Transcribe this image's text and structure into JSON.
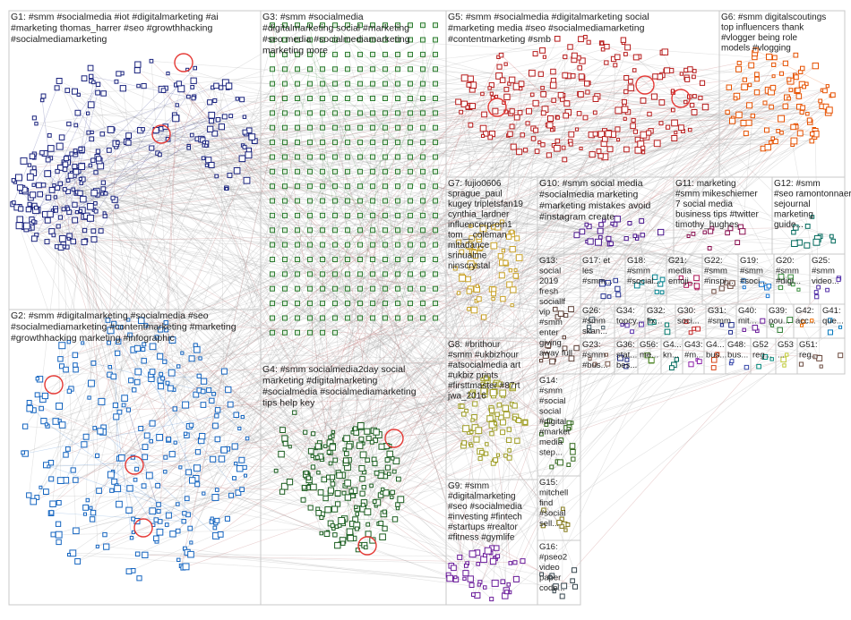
{
  "groups": [
    {
      "id": "G1",
      "lines": [
        "G1: #smm #socialmedia #iot #digitalmarketing #ai",
        "#marketing thomas_harrer #seo #growthhacking",
        "#socialmediamarketing"
      ],
      "color": "#1a237e"
    },
    {
      "id": "G2",
      "lines": [
        "G2: #smm #digitalmarketing #socialmedia #seo",
        "#socialmediamarketing #contentmarketing #marketing",
        "#growthhacking marketing #infographic"
      ],
      "color": "#1565c0"
    },
    {
      "id": "G3",
      "lines": [
        "G3: #smm #socialmedia",
        "#digitalmarketing social #marketing",
        "#seo media #socialmediamarketing",
        "marketing more"
      ],
      "color": "#2e7d32"
    },
    {
      "id": "G4",
      "lines": [
        "G4: #smm socialmedia2day social",
        "marketing #digitalmarketing",
        "#socialmedia #socialmediamarketing",
        "tips help key"
      ],
      "color": "#1b5e20"
    },
    {
      "id": "G5",
      "lines": [
        "G5: #smm #socialmedia #digitalmarketing social",
        "#marketing media #seo #socialmediamarketing",
        "#contentmarketing #smb"
      ],
      "color": "#b71c1c"
    },
    {
      "id": "G6",
      "lines": [
        "G6: #smm digitalscoutings",
        "top influencers thank",
        "#vlogger being role",
        "models #vlogging"
      ],
      "color": "#e65100"
    },
    {
      "id": "G7",
      "lines": [
        "G7: fujio0606",
        "sprague_paul",
        "kugey tripletsfan19",
        "cynthia_lardner",
        "influencerprom1",
        "tom__coleman",
        "mitadance",
        "srinualme",
        "ninscrystal"
      ],
      "color": "#c9a227"
    },
    {
      "id": "G8",
      "lines": [
        "G8: #brithour",
        "#smm #ukbizhour",
        "#atsocialmedia art",
        "#ukbiz prints",
        "#firsttmaster #87rt",
        "jwa_2016"
      ],
      "color": "#9e9d24"
    },
    {
      "id": "G9",
      "lines": [
        "G9: #smm",
        "#digitalmarketing",
        "#seo #socialmedia",
        "#investing #fintech",
        "#startups #realtor",
        "#fitness #gymlife"
      ],
      "color": "#6a1b9a"
    },
    {
      "id": "G10",
      "lines": [
        "G10: #smm social media",
        "#socialmedia marketing",
        "#marketing mistakes avoid",
        "#instagram create"
      ],
      "color": "#4a148c"
    },
    {
      "id": "G11",
      "lines": [
        "G11: marketing",
        "#smm mikeschiemer",
        "7 social media",
        "business tips #twitter",
        "timothy_hughes"
      ],
      "color": "#880e4f"
    },
    {
      "id": "G12",
      "lines": [
        "G12: #smm",
        "#seo ramontonnaer",
        "sejournal",
        "marketing",
        "guide..."
      ],
      "color": "#00695c"
    },
    {
      "id": "G13",
      "lines": [
        "G13:",
        "social",
        "2019",
        "fresh",
        "sociallf",
        "vip",
        "#smm",
        "enter",
        "giving",
        "away full"
      ],
      "color": "#5d4037"
    },
    {
      "id": "G14",
      "lines": [
        "G14:",
        "#smm",
        "#social",
        "social",
        "#digital",
        "#market",
        "media",
        "step..."
      ],
      "color": "#33691e"
    },
    {
      "id": "G15",
      "lines": [
        "G15:",
        "mitchell",
        "find",
        "#social",
        "sell..."
      ],
      "color": "#827717"
    },
    {
      "id": "G16",
      "lines": [
        "G16:",
        "#pseo2",
        "video",
        "paper",
        "code..."
      ],
      "color": "#37474f"
    },
    {
      "id": "G17",
      "lines": [
        "G17: et",
        "les",
        "#smm..."
      ],
      "color": "#283593"
    },
    {
      "id": "G18",
      "lines": [
        "G18:",
        "#smm",
        "#social..."
      ],
      "color": "#00838f"
    },
    {
      "id": "G21",
      "lines": [
        "G21:",
        "media",
        "emoji..."
      ],
      "color": "#ad1457"
    },
    {
      "id": "G22",
      "lines": [
        "G22:",
        "#smm",
        "#inspi..."
      ],
      "color": "#6d4c41"
    },
    {
      "id": "G19",
      "lines": [
        "G19:",
        "#smm",
        "#soci..."
      ],
      "color": "#1976d2"
    },
    {
      "id": "G20",
      "lines": [
        "G20:",
        "#smm",
        "#digi..."
      ],
      "color": "#388e3c"
    },
    {
      "id": "G25",
      "lines": [
        "G25:",
        "#smm",
        "video..."
      ],
      "color": "#512da8"
    },
    {
      "id": "G26",
      "lines": [
        "G26:",
        "#smm",
        "skan..."
      ],
      "color": "#455a64"
    },
    {
      "id": "G34",
      "lines": [
        "G34:",
        "topcy..."
      ],
      "color": "#5e35b1"
    },
    {
      "id": "G32",
      "lines": [
        "G32:",
        "fix..."
      ],
      "color": "#00796b"
    },
    {
      "id": "G30",
      "lines": [
        "G30:",
        "soci..."
      ],
      "color": "#c62828"
    },
    {
      "id": "G31",
      "lines": [
        "G31:",
        "#smm"
      ],
      "color": "#283593"
    },
    {
      "id": "G40",
      "lines": [
        "G40:",
        "mit..."
      ],
      "color": "#6a1b9a"
    },
    {
      "id": "G39",
      "lines": [
        "G39:",
        "pou..."
      ],
      "color": "#2e7d32"
    },
    {
      "id": "G42",
      "lines": [
        "G42:",
        "acc..."
      ],
      "color": "#ef6c00"
    },
    {
      "id": "G41",
      "lines": [
        "G41:",
        "que..."
      ],
      "color": "#0277bd"
    },
    {
      "id": "G23",
      "lines": [
        "G23:",
        "#smm",
        "#bus..."
      ],
      "color": "#795548"
    },
    {
      "id": "G36",
      "lines": [
        "G36:",
        "stat...",
        "bes..."
      ],
      "color": "#1a237e"
    },
    {
      "id": "G56",
      "lines": [
        "G56:",
        "me..."
      ],
      "color": "#558b2f"
    },
    {
      "id": "G4b",
      "lines": [
        "G4...",
        "kn..."
      ],
      "color": "#00695c"
    },
    {
      "id": "G43",
      "lines": [
        "G43:",
        "#m..."
      ],
      "color": "#8e24aa"
    },
    {
      "id": "G4c",
      "lines": [
        "G4...",
        "bus..."
      ],
      "color": "#d84315"
    },
    {
      "id": "G48",
      "lines": [
        "G48:",
        "bus..."
      ],
      "color": "#3949ab"
    },
    {
      "id": "G52",
      "lines": [
        "G52",
        "reg..."
      ],
      "color": "#00897b"
    },
    {
      "id": "G53",
      "lines": [
        "G53",
        "..."
      ],
      "color": "#c0ca33"
    },
    {
      "id": "G51",
      "lines": [
        "G51:",
        "reg..."
      ],
      "color": "#6d4c41"
    }
  ]
}
